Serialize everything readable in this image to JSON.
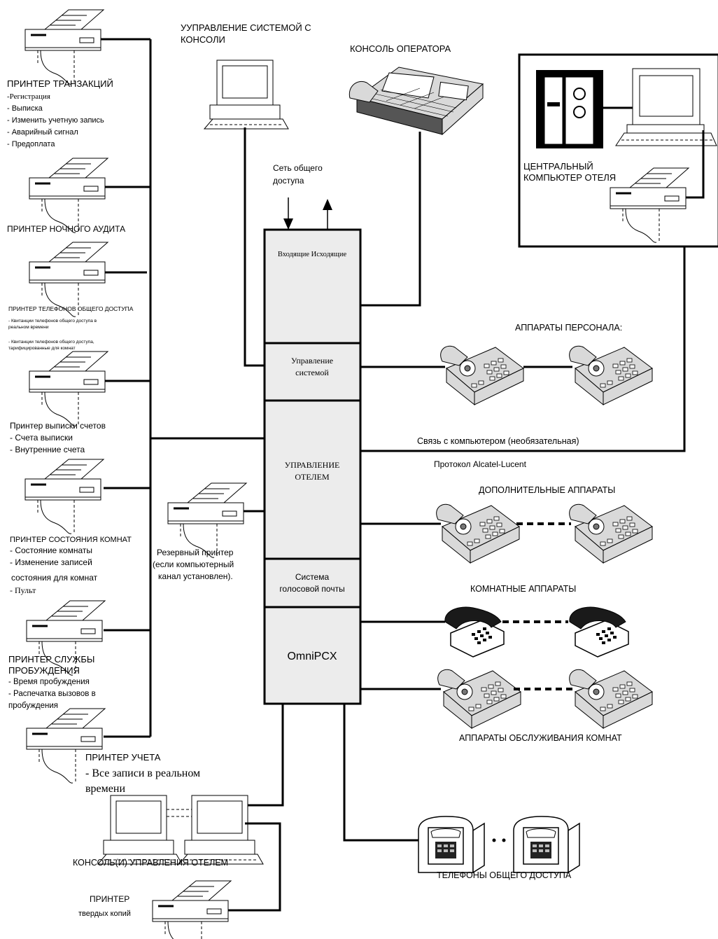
{
  "control_console": {
    "title_line1": "УУПРАВЛЕНИЕ СИСТЕМОЙ С",
    "title_line2": "КОНСОЛИ"
  },
  "operator_console": {
    "title": "КОНСОЛЬ ОПЕРАТОРА"
  },
  "public_network": {
    "line1": "Сеть общего",
    "line2": "доступа"
  },
  "central_computer": {
    "line1": "ЦЕНТРАЛЬНЫЙ",
    "line2": "КОМПЬЮТЕР ОТЕЛЯ"
  },
  "pbx": {
    "incoming_outgoing": "Входящие Исходящие",
    "system_mgmt_line1": "Управление",
    "system_mgmt_line2": "системой",
    "hotel_mgmt_line1": "УПРАВЛЕНИЕ",
    "hotel_mgmt_line2": "ОТЕЛЕМ",
    "voicemail_line1": "Система",
    "voicemail_line2": "голосовой почты",
    "model": "OmniPCX"
  },
  "left_printers": {
    "transactions": {
      "title": "ПРИНТЕР ТРАНЗАКЦИЙ",
      "items": [
        "-Регистрация",
        "- Выписка",
        "- Изменить учетную запись",
        "- Аварийный сигнал",
        "- Предоплата"
      ]
    },
    "night_audit": {
      "title": "ПРИНТЕР НОЧНОГО АУДИТА"
    },
    "public_phones": {
      "title": "ПРИНТЕР ТЕЛЕФОНОВ ОБЩЕГО ДОСТУПА",
      "item1_line1": "- Квитанции телефонов общего доступа в",
      "item1_line2": "реальном времени",
      "item2_line1": "- Квитанции телефонов общего доступа,",
      "item2_line2": "тарифицированные для комнат"
    },
    "billing": {
      "title": "Принтер выписки счетов",
      "items": [
        "- Счета выписки",
        "- Внутренние счета"
      ]
    },
    "room_status": {
      "title": "ПРИНТЕР СОСТОЯНИЯ КОМНАТ",
      "items": [
        "- Состояние комнаты",
        "- Изменение записей",
        "состояния для комнат",
        "- Пульт"
      ]
    },
    "wakeup": {
      "title_line1": "ПРИНТЕР СЛУЖБЫ",
      "title_line2": "ПРОБУЖДЕНИЯ",
      "items": [
        "- Время пробуждения",
        "- Распечатка вызовов в",
        "пробуждения"
      ]
    },
    "accounting": {
      "title": "ПРИНТЕР УЧЕТА",
      "line1": "- Все записи в реальном",
      "line2": "времени"
    }
  },
  "backup_printer": {
    "line1": "Резервный принтер",
    "line2": "(если компьютерный",
    "line3": "канал установлен)."
  },
  "staff_phones": {
    "title": "АППАРАТЫ ПЕРСОНАЛА:"
  },
  "computer_link": {
    "label": "Связь с компьютером (необязательная)",
    "protocol": "Протокол Alcatel-Lucent"
  },
  "extra_phones": {
    "title": "ДОПОЛНИТЕЛЬНЫЕ АППАРАТЫ"
  },
  "room_phones": {
    "title": "КОМНАТНЫЕ АППАРАТЫ"
  },
  "room_service_phones": {
    "title": "АППАРАТЫ ОБСЛУЖИВАНИЯ КОМНАТ"
  },
  "public_phones": {
    "title": "ТЕЛЕФОНЫ ОБЩЕГО ДОСТУПА"
  },
  "hotel_consoles": {
    "title": "КОНСОЛЬ(И) УПРАВЛЕНИЯ ОТЕЛЕМ"
  },
  "hardcopy_printer": {
    "line1": "ПРИНТЕР",
    "line2": "твердых копий"
  }
}
